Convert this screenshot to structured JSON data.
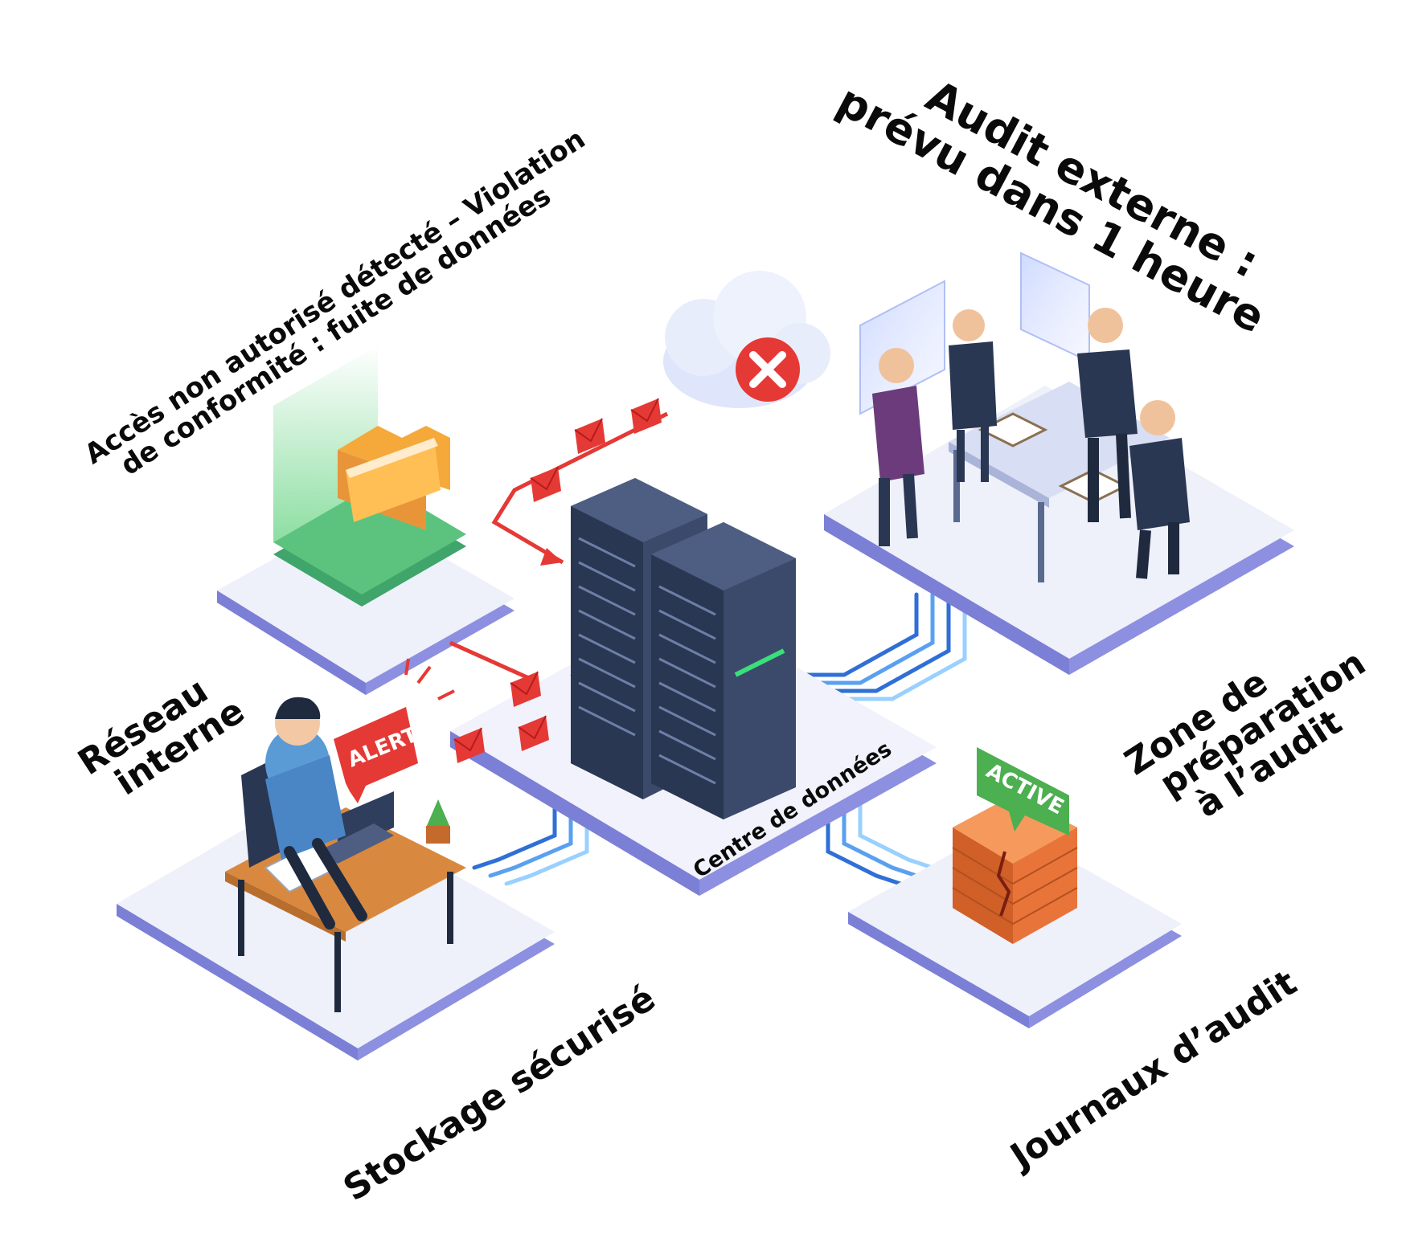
{
  "labels": {
    "violation_line1": "Accès non autorisé détecté – Violation",
    "violation_line2": "de conformité : fuite de données",
    "audit_line1": "Audit externe :",
    "audit_line2": "prévu dans 1 heure",
    "reseau_line1": "Réseau",
    "reseau_line2": "interne",
    "zone_line1": "Zone de",
    "zone_line2": "préparation",
    "zone_line3": "à l’audit",
    "centre": "Centre de données",
    "stockage": "Stockage sécurisé",
    "journaux": "Journaux d’audit"
  },
  "badges": {
    "alert": "ALERT",
    "active": "ACTIVE"
  },
  "colors": {
    "platform_top": "#eef0fa",
    "platform_side": "#8d8fe0",
    "server": "#2f3e5c",
    "alert_red": "#e53935",
    "active_green": "#4caf50",
    "brick": "#e8743a",
    "folder": "#f5a93a",
    "cable_blue": "#2f6fd6"
  },
  "icons": {
    "cloud": "cloud-error-icon",
    "folder": "folder-icon",
    "server": "server-rack-icon",
    "firewall": "firewall-icon",
    "mail": "envelope-icon"
  }
}
